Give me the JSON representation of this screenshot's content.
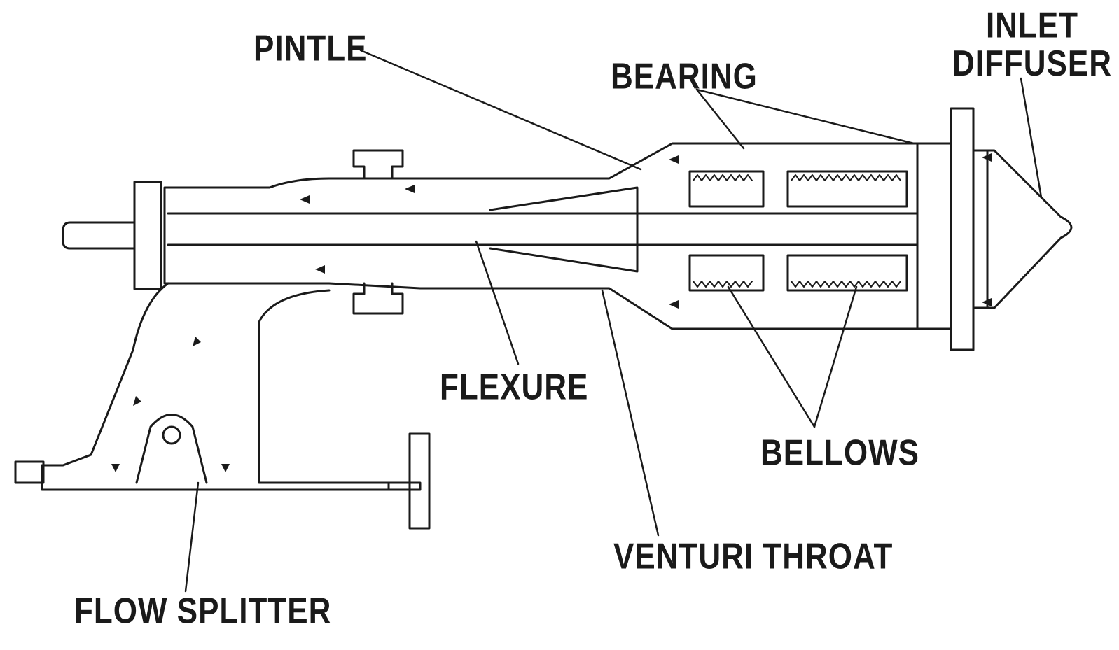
{
  "labels": {
    "pintle": "PINTLE",
    "bearing": "BEARING",
    "inlet_diffuser_line1": "INLET",
    "inlet_diffuser_line2": "DIFFUSER",
    "flexure": "FLEXURE",
    "bellows": "BELLOWS",
    "venturi_throat": "VENTURI THROAT",
    "flow_splitter": "FLOW SPLITTER"
  },
  "colors": {
    "ink": "#1a1a1a",
    "paper": "#ffffff"
  }
}
